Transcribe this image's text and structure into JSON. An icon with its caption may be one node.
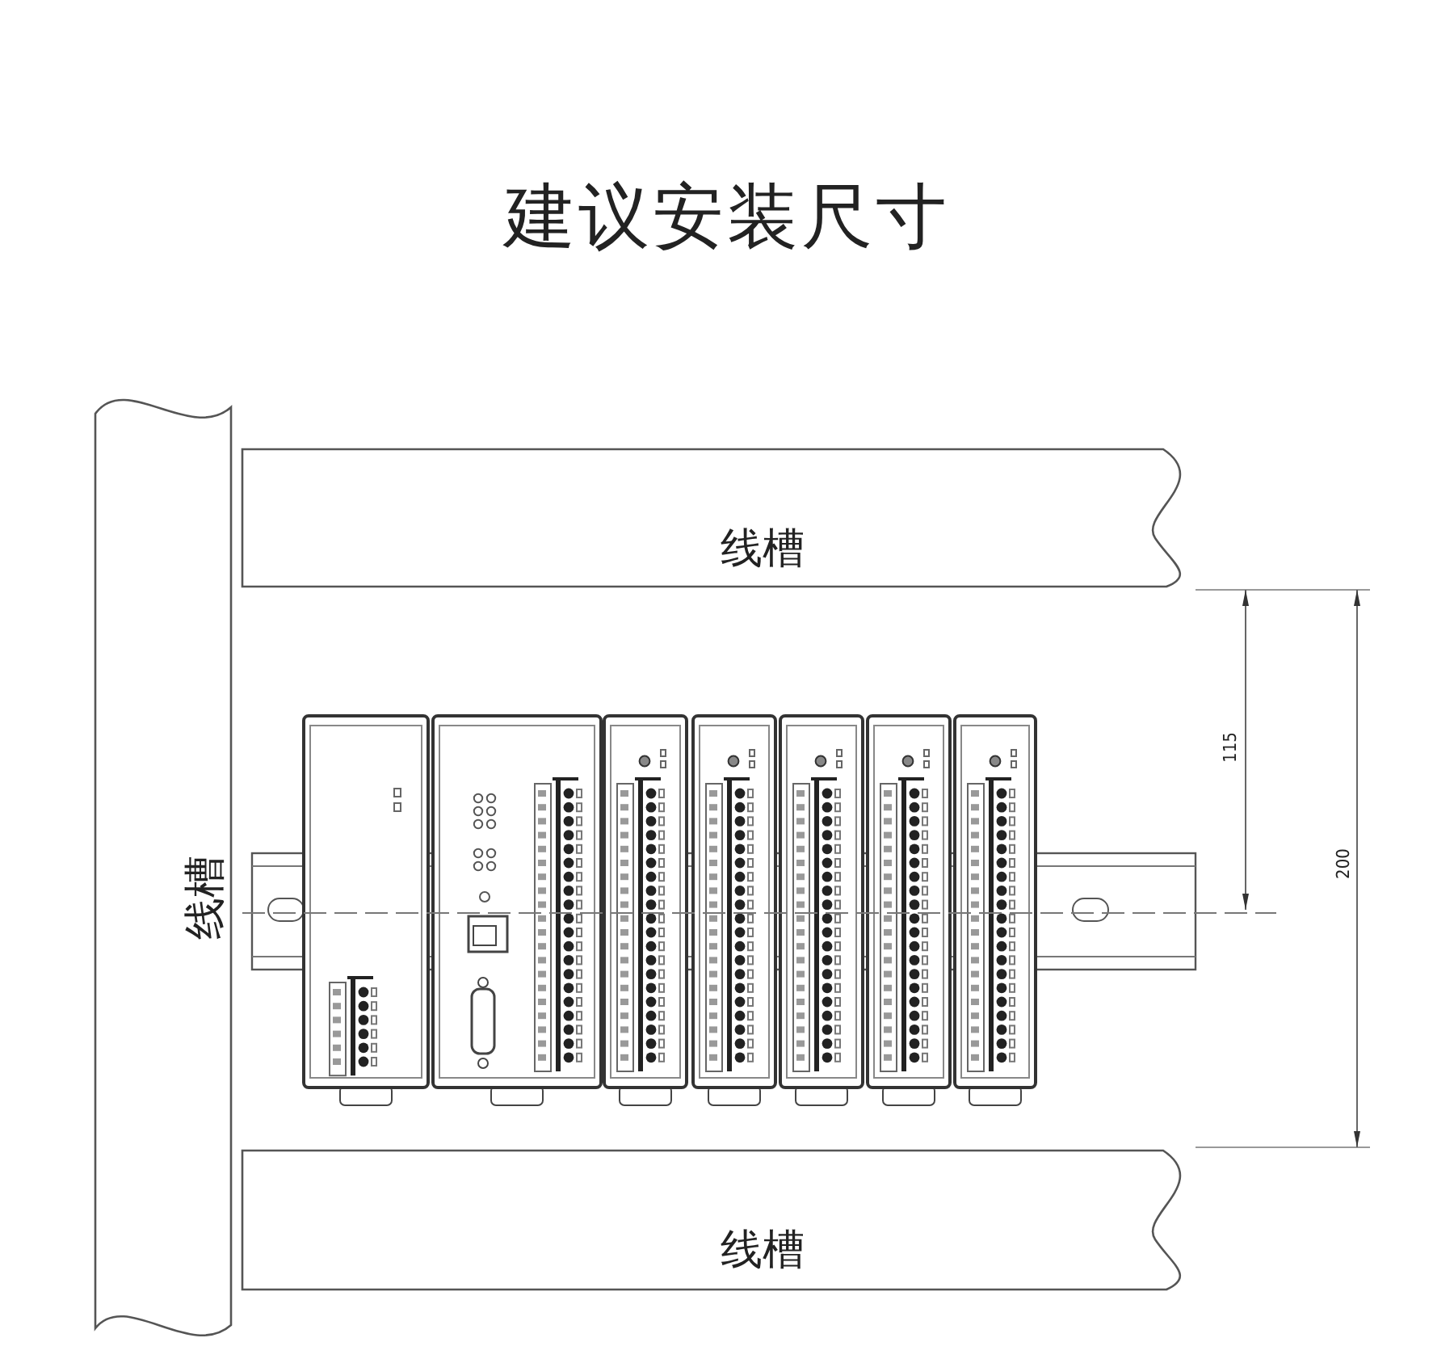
{
  "diagram": {
    "title": "建议安装尺寸",
    "nodes": [
      {
        "text": [
          "线槽"
        ]
      },
      {
        "text": [
          "线槽"
        ]
      },
      {
        "text": [
          "线槽"
        ]
      }
    ],
    "labels": [
      "115",
      "200"
    ]
  }
}
